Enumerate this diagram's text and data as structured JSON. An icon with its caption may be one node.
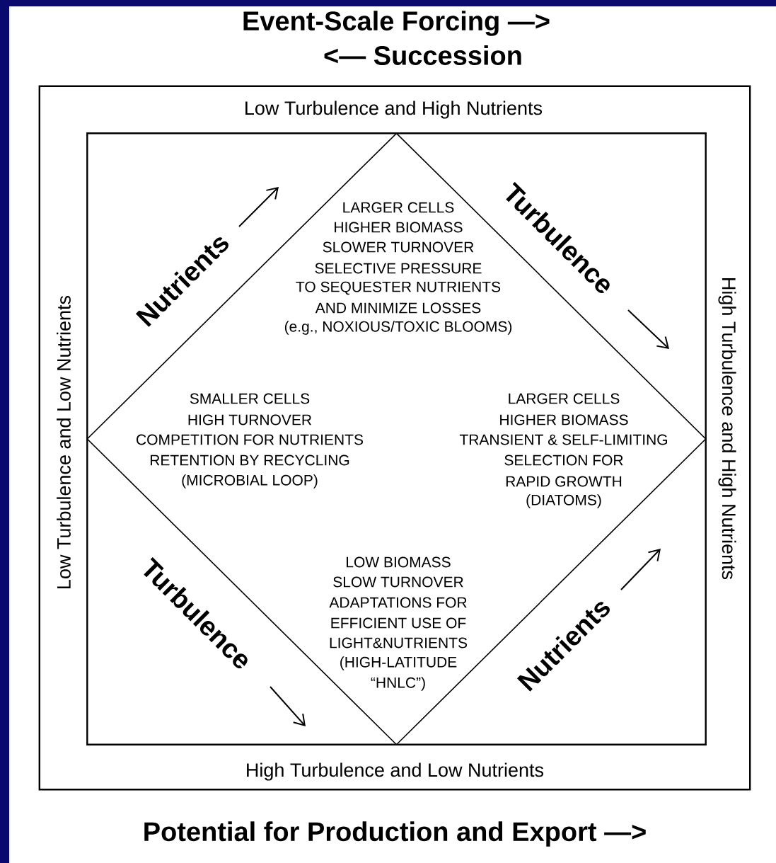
{
  "diagram": {
    "title": "Event-Scale Forcing —>",
    "caption": "Potential for Production and Export —>",
    "nodes": [
      {
        "text": [
          "Low Turbulence and High Nutrients",
          "Low Turbulence and Low Nutrients",
          "High Turbulence and High Nutrients",
          "High Turbulence and Low Nutrients"
        ]
      },
      {
        "text": [],
        "shape": "box",
        "in": 0
      },
      {
        "text": [
          "LARGER CELLS",
          "HIGHER BIOMASS",
          "SLOWER TURNOVER",
          "SELECTIVE PRESSURE",
          "TO SEQUESTER NUTRIENTS",
          "AND MINIMIZE LOSSES",
          "(e.g., NOXIOUS/TOXIC BLOOMS)",
          "SMALLER CELLS",
          "HIGH TURNOVER",
          "COMPETITION FOR NUTRIENTS",
          "RETENTION BY RECYCLING",
          "(MICROBIAL LOOP)",
          "LARGER CELLS",
          "HIGHER BIOMASS",
          "TRANSIENT & SELF-LIMITING",
          "SELECTION FOR",
          "RAPID GROWTH",
          "(DIATOMS)",
          "LOW BIOMASS",
          "SLOW TURNOVER",
          "ADAPTATIONS FOR",
          "EFFICIENT USE OF",
          "LIGHT&NUTRIENTS",
          "(HIGH-LATITUDE",
          "“HNLC”)"
        ],
        "in": 1
      }
    ],
    "labels": [
      "<— Succession",
      "Nutrients",
      "Turbulence",
      "Turbulence",
      "Nutrients"
    ]
  }
}
